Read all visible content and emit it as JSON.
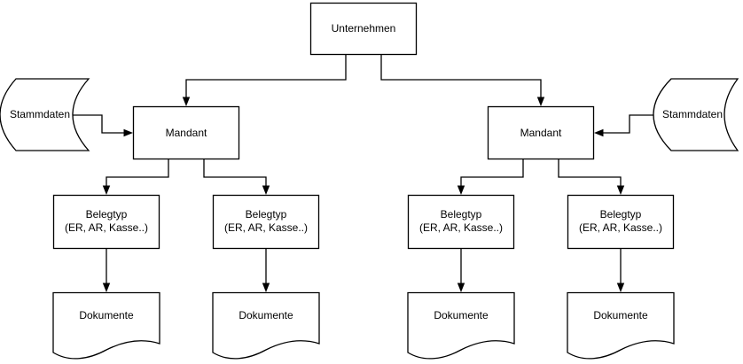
{
  "diagram": {
    "type": "flowchart",
    "colors": {
      "background": "#ffffff",
      "stroke": "#000000",
      "shape_fill": "#ffffff",
      "text": "#000000"
    },
    "nodes": [
      {
        "id": "unternehmen",
        "shape": "rectangle",
        "label": "Unternehmen"
      },
      {
        "id": "stammdaten-left",
        "shape": "stored-data",
        "label": "Stammdaten"
      },
      {
        "id": "mandant-left",
        "shape": "rectangle",
        "label": "Mandant"
      },
      {
        "id": "mandant-right",
        "shape": "rectangle",
        "label": "Mandant"
      },
      {
        "id": "stammdaten-right",
        "shape": "stored-data",
        "label": "Stammdaten"
      },
      {
        "id": "belegtyp-1",
        "shape": "rectangle",
        "label_line1": "Belegtyp",
        "label_line2": "(ER, AR, Kasse..)"
      },
      {
        "id": "belegtyp-2",
        "shape": "rectangle",
        "label_line1": "Belegtyp",
        "label_line2": "(ER, AR, Kasse..)"
      },
      {
        "id": "belegtyp-3",
        "shape": "rectangle",
        "label_line1": "Belegtyp",
        "label_line2": "(ER, AR, Kasse..)"
      },
      {
        "id": "belegtyp-4",
        "shape": "rectangle",
        "label_line1": "Belegtyp",
        "label_line2": "(ER, AR, Kasse..)"
      },
      {
        "id": "dokumente-1",
        "shape": "document",
        "label": "Dokumente"
      },
      {
        "id": "dokumente-2",
        "shape": "document",
        "label": "Dokumente"
      },
      {
        "id": "dokumente-3",
        "shape": "document",
        "label": "Dokumente"
      },
      {
        "id": "dokumente-4",
        "shape": "document",
        "label": "Dokumente"
      }
    ],
    "edges": [
      {
        "from": "unternehmen",
        "to": "mandant-left"
      },
      {
        "from": "unternehmen",
        "to": "mandant-right"
      },
      {
        "from": "stammdaten-left",
        "to": "mandant-left"
      },
      {
        "from": "stammdaten-right",
        "to": "mandant-right"
      },
      {
        "from": "mandant-left",
        "to": "belegtyp-1"
      },
      {
        "from": "mandant-left",
        "to": "belegtyp-2"
      },
      {
        "from": "mandant-right",
        "to": "belegtyp-3"
      },
      {
        "from": "mandant-right",
        "to": "belegtyp-4"
      },
      {
        "from": "belegtyp-1",
        "to": "dokumente-1"
      },
      {
        "from": "belegtyp-2",
        "to": "dokumente-2"
      },
      {
        "from": "belegtyp-3",
        "to": "dokumente-3"
      },
      {
        "from": "belegtyp-4",
        "to": "dokumente-4"
      }
    ]
  }
}
